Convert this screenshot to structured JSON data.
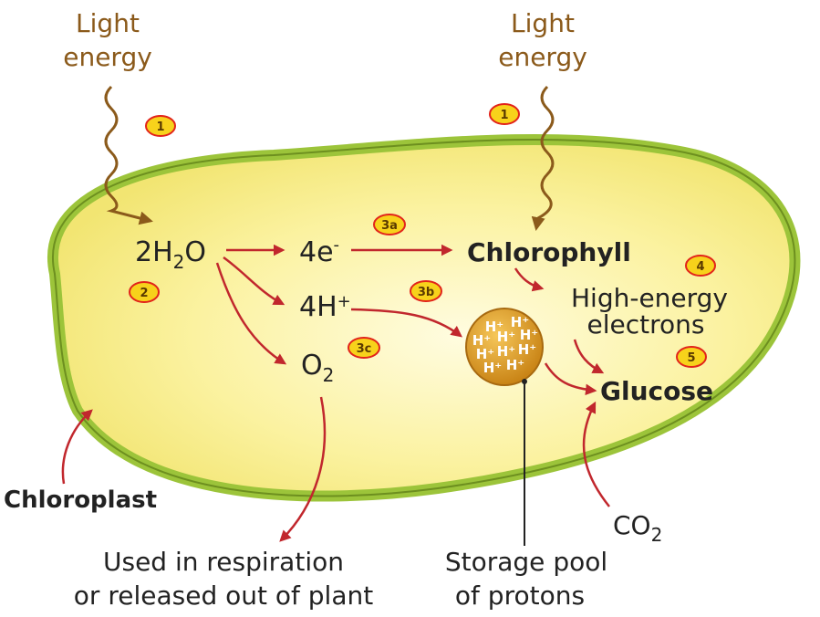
{
  "labels": {
    "light_left_1": "Light",
    "light_left_2": "energy",
    "light_right_1": "Light",
    "light_right_2": "energy",
    "water": "2H",
    "water_sub": "2",
    "water_o": "O",
    "electrons": "4e",
    "electrons_sup": "-",
    "protons": "4H",
    "protons_sup": "+",
    "oxygen": "O",
    "oxygen_sub": "2",
    "chlorophyll": "Chlorophyll",
    "high_energy_1": "High-energy",
    "high_energy_2": "electrons",
    "glucose": "Glucose",
    "co2": "CO",
    "co2_sub": "2",
    "chloroplast": "Chloroplast",
    "respiration_1": "Used in respiration",
    "respiration_2": "or released out of plant",
    "storage_1": "Storage pool",
    "storage_2": "of protons"
  },
  "badges": {
    "b1_left": "1",
    "b1_right": "1",
    "b2": "2",
    "b3a": "3a",
    "b3b": "3b",
    "b3c": "3c",
    "b4": "4",
    "b5": "5"
  },
  "proton_pool": [
    "H⁺",
    "H⁺",
    "H⁺",
    "H⁺",
    "H⁺",
    "H⁺",
    "H⁺",
    "H⁺",
    "H⁺",
    "H⁺"
  ],
  "colors": {
    "arrow": "#c1272d",
    "light_wave": "#8b5a1b",
    "chloroplast_border": "#9cc43a",
    "chloroplast_fill": "#fdf6a8",
    "badge_fill": "#f7d21b",
    "badge_ring": "#e2231a",
    "pool_fill": "#e0a030"
  }
}
